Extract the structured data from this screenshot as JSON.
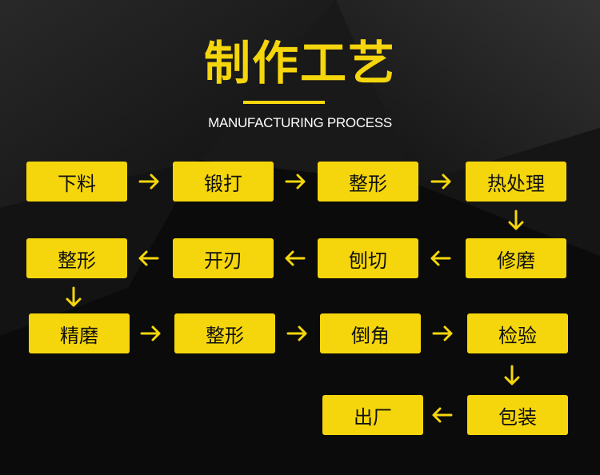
{
  "header": {
    "title": "制作工艺",
    "subtitle": "MANUFACTURING PROCESS"
  },
  "colors": {
    "accent": "#f5d60c",
    "background": "#0b0b0b",
    "text_dark": "#111111",
    "text_light": "#ffffff"
  },
  "steps": [
    "下料",
    "锻打",
    "整形",
    "热处理",
    "修磨",
    "刨切",
    "开刃",
    "整形",
    "精磨",
    "整形",
    "倒角",
    "检验",
    "包装",
    "出厂"
  ],
  "arrow_icon": "arrow-icon"
}
